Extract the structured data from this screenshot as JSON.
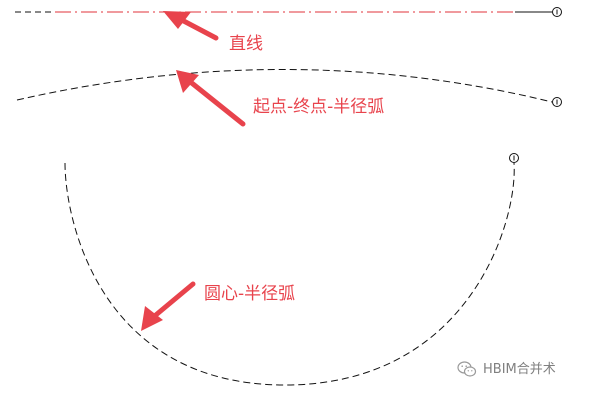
{
  "labels": {
    "line": "直线",
    "start_end_radius_arc": "起点-终点-半径弧",
    "center_radius_arc": "圆心-半径弧"
  },
  "colors": {
    "arrow": "#e8434c",
    "label": "#e8434c",
    "center_line": "#e0333b",
    "dashed_curve": "#111111",
    "watermark": "#808080"
  },
  "watermark": {
    "text": "HBIM合并术",
    "icon": "wechat-icon"
  }
}
